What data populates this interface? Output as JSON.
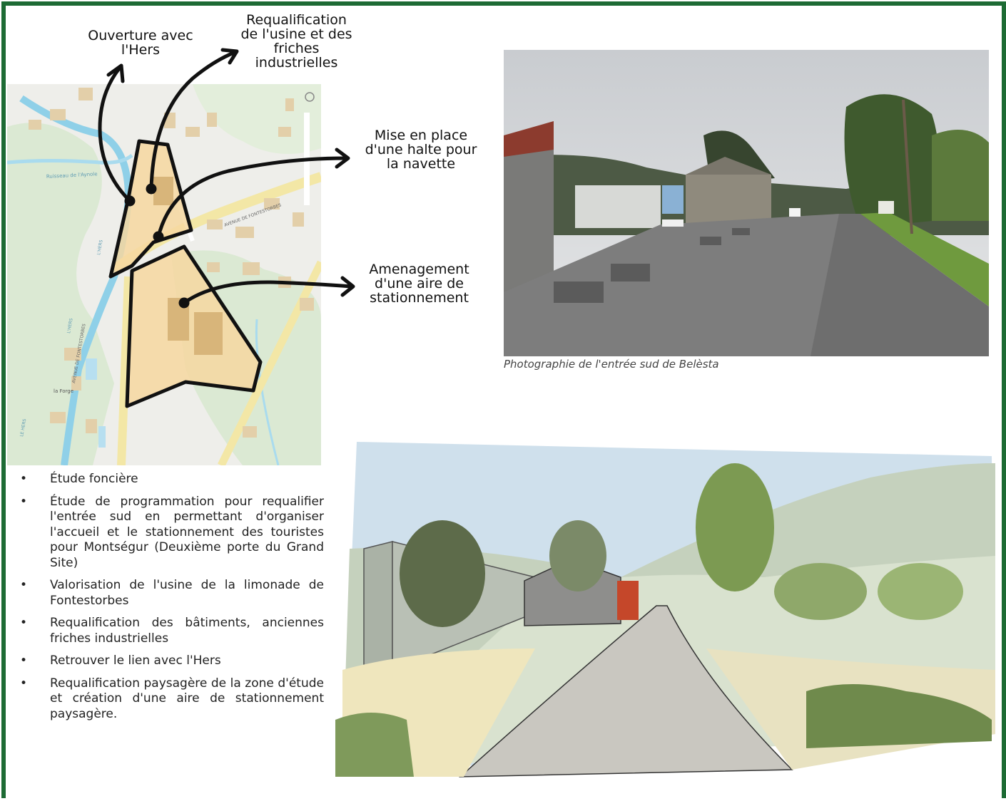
{
  "annotations": {
    "ouverture": [
      "Ouverture avec",
      "l'Hers"
    ],
    "requalification": [
      "Requalification",
      "de l'usine et des",
      "friches",
      "industrielles"
    ],
    "halte": [
      "Mise en place",
      "d'une halte pour",
      "la navette"
    ],
    "stationnement": [
      "Amenagement",
      "d'une aire de",
      "stationnement"
    ]
  },
  "photo": {
    "caption": "Photographie de l'entrée sud de Belèsta"
  },
  "map": {
    "labels": [
      "Ruisseau de l'Aynole",
      "AVENUE DE FONTESTORBES",
      "AVENUE DE FONTESTORBES",
      "la Forge",
      "L'HERS",
      "L'HERS",
      "LE HERS"
    ]
  },
  "bullets": [
    "Étude foncière",
    "Étude de programmation pour requalifier l'entrée sud en permettant d'organiser l'accueil et le stationnement des touristes pour Montségur (Deuxième porte du Grand Site)",
    "Valorisation de l'usine de la limonade de Fontestorbes",
    "Requalification des bâtiments, anciennes friches industrielles",
    "Retrouver le lien avec l'Hers",
    "Requalification paysagère de la zone d'étude et création d'une aire de stationnement paysagère."
  ],
  "colors": {
    "frame": "#1d6b34",
    "zone_fill": "#f6d7a0",
    "river": "#8fd0e8",
    "vegetation": "#dbe9d3"
  }
}
